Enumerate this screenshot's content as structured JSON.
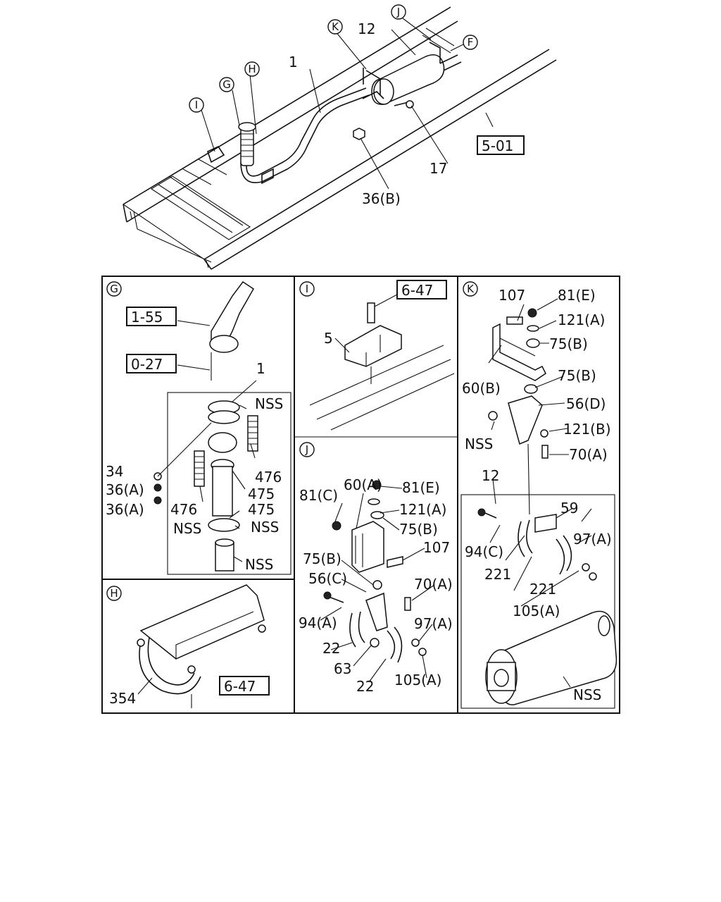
{
  "top": {
    "callouts": {
      "k": "K",
      "j": "J",
      "f": "F",
      "g": "G",
      "h": "H",
      "i": "I"
    },
    "labels": {
      "p12": "12",
      "p1": "1",
      "p17": "17",
      "p36b": "36(B)",
      "ref501": "5-01"
    }
  },
  "panel_g": {
    "letter": "G",
    "refs": {
      "r155": "1-55",
      "r027": "0-27"
    },
    "labels": {
      "p1": "1",
      "nss1": "NSS",
      "p34": "34",
      "p36a1": "36(A)",
      "p36a2": "36(A)",
      "p476a": "476",
      "p475a": "475",
      "p476b": "476",
      "p475b": "475",
      "nss2": "NSS",
      "nss3": "NSS",
      "nss4": "NSS"
    }
  },
  "panel_h": {
    "letter": "H",
    "refs": {
      "r647": "6-47"
    },
    "labels": {
      "p354": "354"
    }
  },
  "panel_i": {
    "letter": "I",
    "refs": {
      "r647": "6-47"
    },
    "labels": {
      "p5": "5"
    }
  },
  "panel_j": {
    "letter": "J",
    "labels": {
      "p81c": "81(C)",
      "p60a": "60(A)",
      "p81e": "81(E)",
      "p121a": "121(A)",
      "p75b1": "75(B)",
      "p107": "107",
      "p75b2": "75(B)",
      "p56c": "56(C)",
      "p70a": "70(A)",
      "p94a": "94(A)",
      "p97a": "97(A)",
      "p22a": "22",
      "p63": "63",
      "p22b": "22",
      "p105a": "105(A)"
    }
  },
  "panel_k": {
    "letter": "K",
    "labels": {
      "p107": "107",
      "p81e": "81(E)",
      "p121a": "121(A)",
      "p75b1": "75(B)",
      "p60b": "60(B)",
      "p75b2": "75(B)",
      "p56d": "56(D)",
      "nss": "NSS",
      "p121b": "121(B)",
      "p70a": "70(A)",
      "p12": "12",
      "p59": "59",
      "p94c": "94(C)",
      "p97a": "97(A)",
      "p221a": "221",
      "p221b": "221",
      "p105a": "105(A)",
      "nss2": "NSS"
    }
  }
}
